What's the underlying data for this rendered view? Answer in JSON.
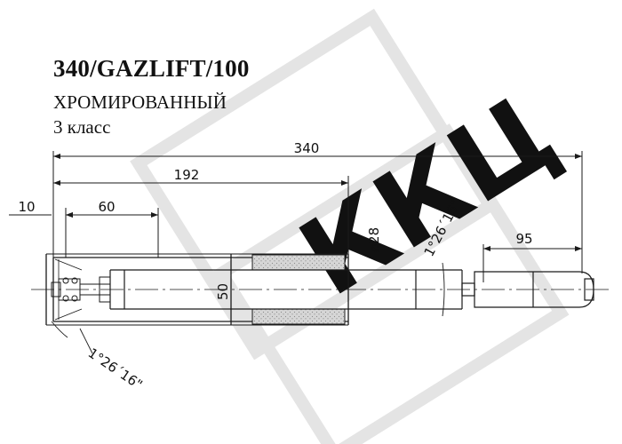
{
  "header": {
    "title": "340/GAZLIFT/100",
    "subtitle": "ХРОМИРОВАННЫЙ",
    "grade": "3 класс"
  },
  "dimensions": {
    "overall_length": "340",
    "body_length": "192",
    "offset": "10",
    "inner_length": "60",
    "diameter": "⌀28",
    "outer_diameter": "50",
    "rod_length": "95",
    "taper_angle_top": "1°26´16\"",
    "taper_angle_bottom": "1°26´16\""
  },
  "watermark": {
    "text": "ККЦ",
    "color": "#e4e4e4"
  },
  "colors": {
    "line": "#1a1a1a",
    "insulation_fill": "#d8d8d8"
  }
}
